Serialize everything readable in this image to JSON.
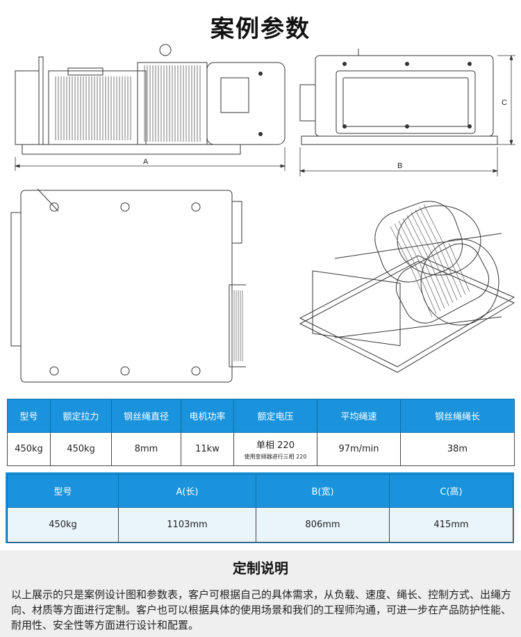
{
  "title": "案例参数",
  "drawing_labels": {
    "a": "A",
    "b": "B",
    "c": "C"
  },
  "spec_table": {
    "headers": [
      "型号",
      "额定拉力",
      "钢丝绳直径",
      "电机功率",
      "额定电压",
      "平均绳速",
      "钢丝绳绳长"
    ],
    "row": {
      "model": "450kg",
      "rated_pull": "450kg",
      "rope_diameter": "8mm",
      "motor_power": "11kw",
      "voltage": "单相 220",
      "voltage_note": "使用变频器进行三相 220",
      "avg_speed": "97m/min",
      "rope_length": "38m"
    }
  },
  "dims_table": {
    "headers": [
      "型号",
      "A(长)",
      "B(宽)",
      "C(高)"
    ],
    "row": {
      "model": "450kg",
      "a": "1103mm",
      "b": "806mm",
      "c": "415mm"
    }
  },
  "customization": {
    "title": "定制说明",
    "text": "以上展示的只是案例设计图和参数表，客户可根据自己的具体需求，从负载、速度、绳长、控制方式、出绳方向、材质等方面进行定制。客户也可以根据具体的使用场景和我们的工程师沟通，可进一步在产品防护性能、耐用性、安全性等方面进行设计和配置。"
  }
}
